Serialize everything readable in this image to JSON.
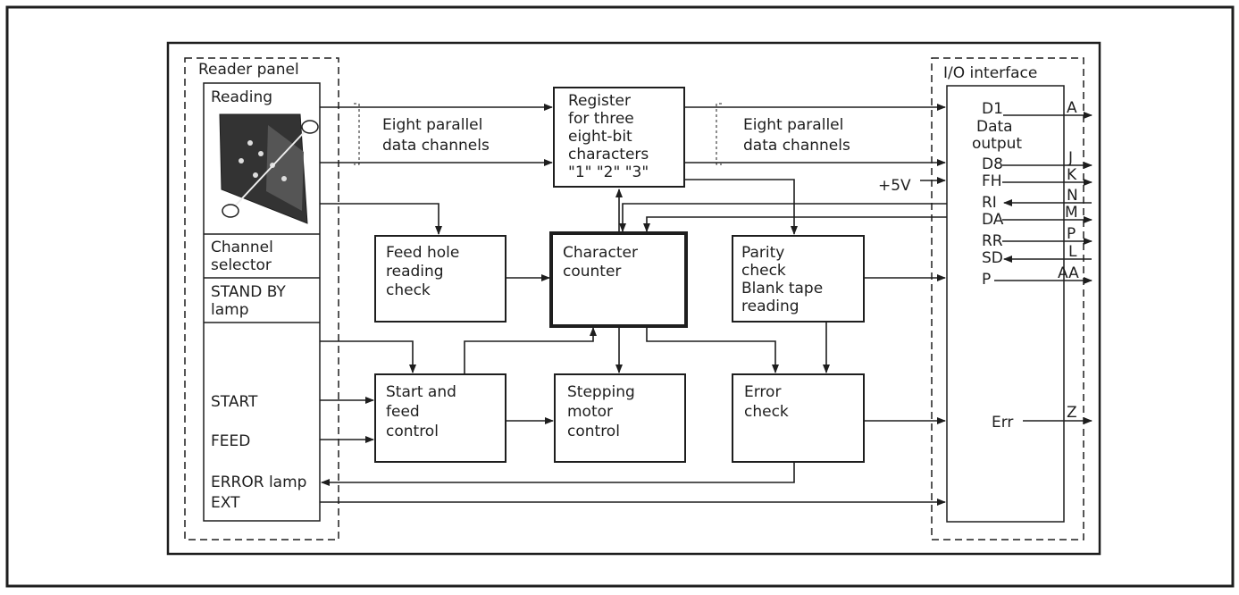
{
  "reader_panel": {
    "title": "Reader panel",
    "reading": "Reading",
    "channel_selector": [
      "Channel",
      "selector"
    ],
    "standby_lamp": [
      "STAND BY",
      "lamp"
    ],
    "start": "START",
    "feed": "FEED",
    "error_lamp": "ERROR lamp",
    "ext": "EXT"
  },
  "labels": {
    "left_channels": [
      "Eight parallel",
      "data channels"
    ],
    "right_channels": [
      "Eight parallel",
      "data channels"
    ],
    "plus5v": "+5V"
  },
  "blocks": {
    "register": [
      "Register",
      "for three",
      "eight-bit",
      "characters",
      "\"1\" \"2\" \"3\""
    ],
    "feed_hole": [
      "Feed hole",
      "reading",
      "check"
    ],
    "char_counter": [
      "Character",
      "counter"
    ],
    "parity": [
      "Parity",
      "check",
      "Blank tape",
      "reading"
    ],
    "start_feed": [
      "Start and",
      "feed",
      "control"
    ],
    "stepping": [
      "Stepping",
      "motor",
      "control"
    ],
    "error_check": [
      "Error",
      "check"
    ]
  },
  "io_interface": {
    "title": "I/O interface",
    "signals": [
      "D1",
      "D8",
      "FH",
      "RI",
      "DA",
      "RR",
      "SD",
      "P",
      "Err"
    ],
    "data_output": [
      "Data",
      "output"
    ],
    "pins": [
      "A",
      "J",
      "K",
      "N",
      "M",
      "P",
      "L",
      "AA",
      "Z"
    ]
  }
}
